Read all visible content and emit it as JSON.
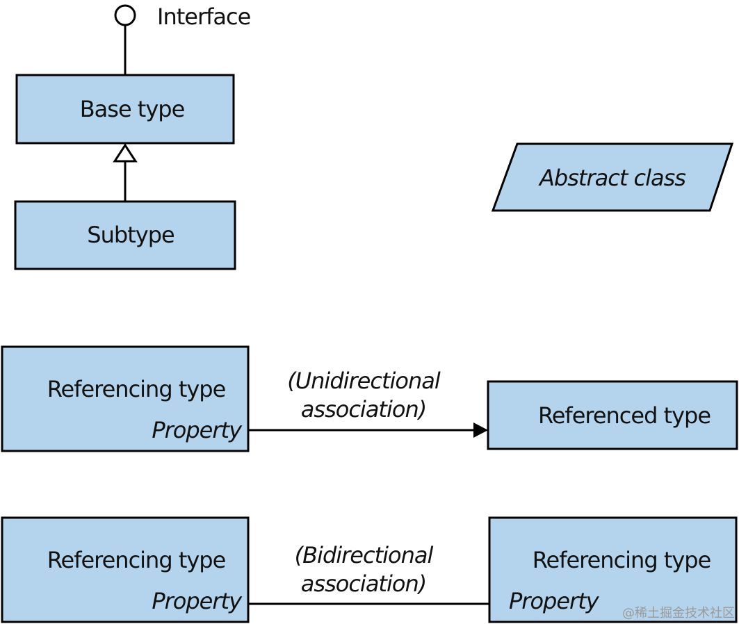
{
  "interface_label": "Interface",
  "base_type_label": "Base type",
  "subtype_label": "Subtype",
  "abstract_class_label": "Abstract class",
  "unidirectional": {
    "source_title": "Referencing type",
    "source_property": "Property",
    "association_line1": "(Unidirectional",
    "association_line2": "association)",
    "target_title": "Referenced type"
  },
  "bidirectional": {
    "left_title": "Referencing type",
    "left_property": "Property",
    "association_line1": "(Bidirectional",
    "association_line2": "association)",
    "right_title": "Referencing type",
    "right_property": "Property"
  },
  "watermark": "@稀土掘金技术社区",
  "colors": {
    "box_fill": "#b3d4ec",
    "stroke": "#000000",
    "text": "#111111"
  }
}
